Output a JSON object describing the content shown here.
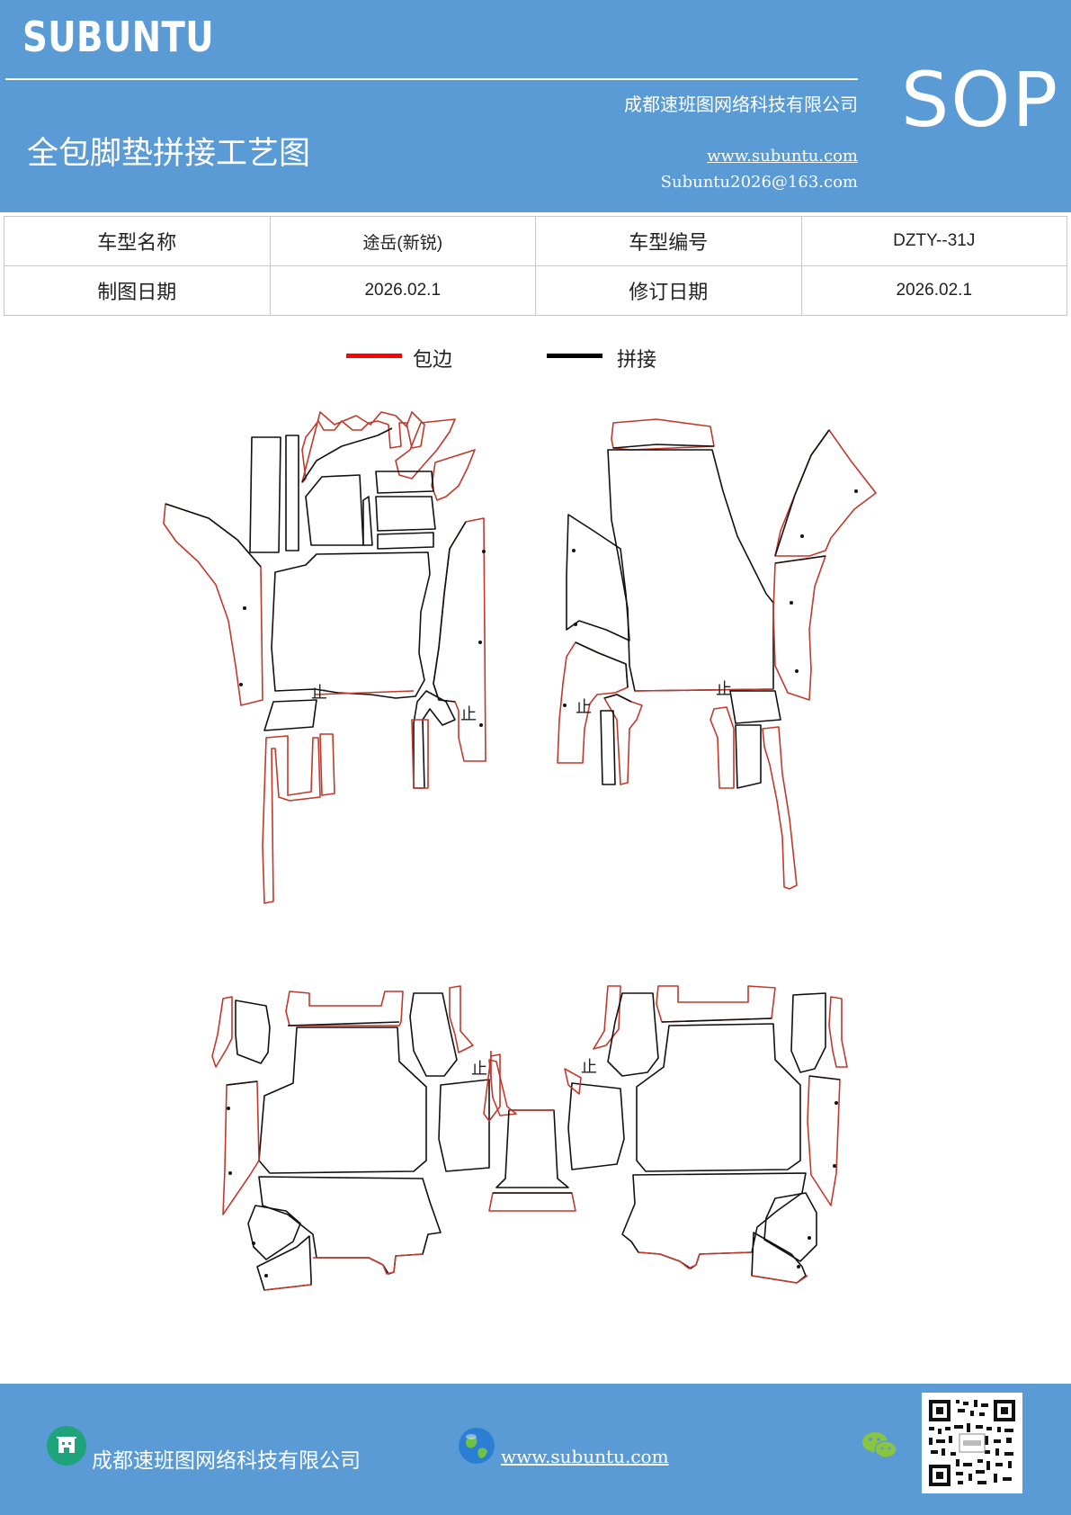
{
  "header": {
    "logo_text": "SUBUNTU",
    "company": "成都速班图网络科技有限公司",
    "title": "全包脚垫拼接工艺图",
    "website": "www.subuntu.com",
    "email": "Subuntu2026@163.com",
    "badge": "SOP"
  },
  "info_table": {
    "rows": [
      [
        "车型名称",
        "途岳(新锐)",
        "车型编号",
        "DZTY--31J"
      ],
      [
        "制图日期",
        "2026.02.1",
        "修订日期",
        "2026.02.1"
      ]
    ]
  },
  "legend": {
    "items": [
      {
        "label": "包边",
        "color": "#ff0000"
      },
      {
        "label": "拼接",
        "color": "#000000"
      }
    ]
  },
  "drawing": {
    "stop_marker": "止",
    "edge_color": "#c0392b",
    "seam_color": "#111111"
  },
  "footer": {
    "company": "成都速班图网络科技有限公司",
    "website": "www.subuntu.com",
    "icons": [
      "building-icon",
      "globe-icon",
      "wechat-icon",
      "qr-code"
    ]
  },
  "colors": {
    "brand_blue": "#5b9bd5",
    "white": "#ffffff"
  }
}
